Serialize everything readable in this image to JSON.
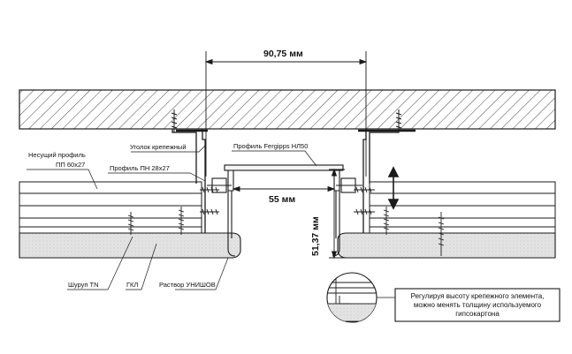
{
  "dimensions": {
    "top_width": "90,75 мм",
    "gap_width": "55 мм",
    "profile_height": "51,37 мм"
  },
  "labels": {
    "bearing_profile_line1": "Несущий профиль",
    "bearing_profile_line2": "ПП 60х27",
    "guide_profile": "Профиль ПН 28х27",
    "mounting_angle": "Уголок крепежный",
    "fergipps_profile": "Профиль Fergipps НЛ50",
    "screw": "Шуруп TN",
    "drywall": "ГКЛ",
    "mortar": "Раствор УНИШОВ"
  },
  "note": {
    "line1": "Регулируя высоту крепежного элемента,",
    "line2": "можно менять толщину используемого",
    "line3": "гипсокартона"
  },
  "colors": {
    "line": "#1a1a1a",
    "drywall_fill": "#e6e6e6",
    "hatch": "#333333"
  }
}
